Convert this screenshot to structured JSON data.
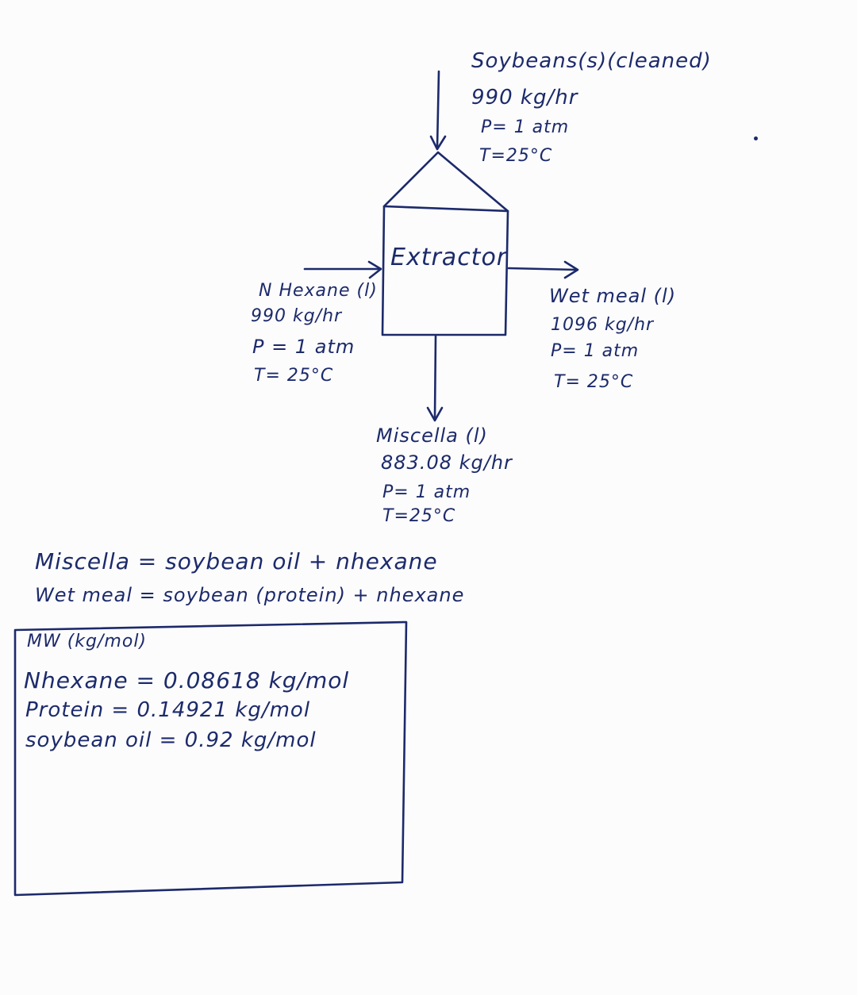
{
  "extractor": {
    "label": "Extractor"
  },
  "streams": {
    "soybeans": {
      "name": "Soybeans(s)(cleaned)",
      "flow": "990 kg/hr",
      "pressure": "P= 1 atm",
      "temperature": "T=25°C"
    },
    "hexane": {
      "name": "N Hexane (l)",
      "flow": "990 kg/hr",
      "pressure": "P = 1 atm",
      "temperature": "T= 25°C"
    },
    "wet_meal": {
      "name": "Wet meal (l)",
      "flow": "1096 kg/hr",
      "pressure": "P= 1 atm",
      "temperature": "T= 25°C"
    },
    "miscella": {
      "name": "Miscella (l)",
      "flow": "883.08 kg/hr",
      "pressure": "P= 1 atm",
      "temperature": "T=25°C"
    }
  },
  "definitions": {
    "miscella": "Miscella = soybean oil + nhexane",
    "wet_meal": "Wet meal = soybean (protein) + nhexane"
  },
  "mw_box": {
    "title": "MW (kg/mol)",
    "rows": [
      "Nhexane = 0.08618 kg/mol",
      "Protein = 0.14921 kg/mol",
      "soybean oil = 0.92 kg/mol"
    ]
  }
}
